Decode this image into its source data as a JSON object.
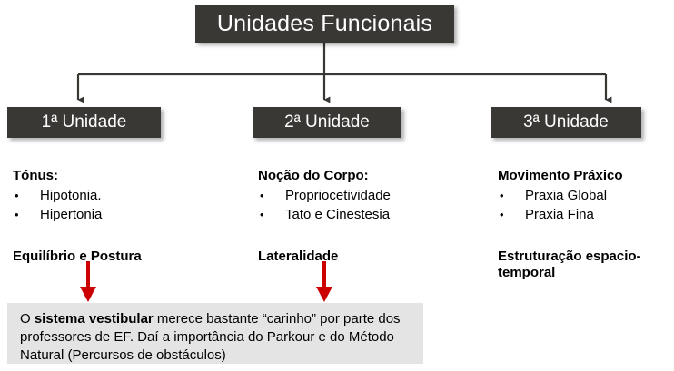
{
  "diagram": {
    "title_box": {
      "label": "Unidades Funcionais"
    },
    "unit_boxes": [
      {
        "label": "1ª Unidade"
      },
      {
        "label": "2ª Unidade"
      },
      {
        "label": "3ª Unidade"
      }
    ],
    "columns": [
      {
        "heading": "Tónus:",
        "items": [
          "Hipotonia.",
          "Hipertonia"
        ],
        "subheading": "Equilíbrio e Postura"
      },
      {
        "heading": "Noção do Corpo:",
        "items": [
          "Propriocetividade",
          "Tato e Cinestesia"
        ],
        "subheading": "Lateralidade"
      },
      {
        "heading": "Movimento Práxico",
        "items": [
          "Praxia Global",
          "Praxia Fina"
        ],
        "subheading": "Estruturação espacio-temporal"
      }
    ],
    "note": {
      "lead": "O ",
      "bold": "sistema vestibular",
      "rest": " merece bastante “carinho” por parte dos professores de EF. Daí a importância do Parkour e do Método Natural (Percursos de obstáculos)"
    },
    "colors": {
      "box_fill": "#3a3835",
      "box_text": "#ffffff",
      "connector": "#3a3835",
      "red_arrow": "#cc0000",
      "note_background": "#e4e4e4",
      "page_background": "#ffffff"
    }
  }
}
